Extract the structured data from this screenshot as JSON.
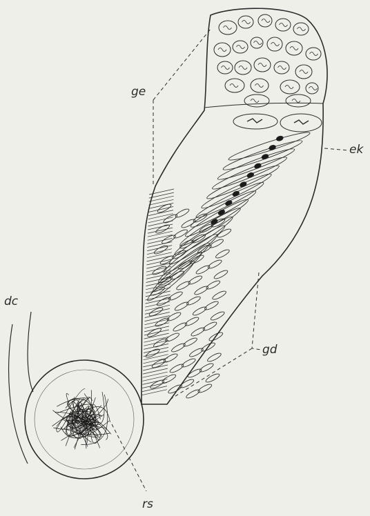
{
  "figure": {
    "labels": {
      "ge": "ge",
      "ek": "ek",
      "gd": "gd",
      "dc": "dc",
      "rs": "rs"
    },
    "colors": {
      "background": "#efefea",
      "ink": "#2a2a2a",
      "nucleus": "#1a1a1a"
    }
  }
}
